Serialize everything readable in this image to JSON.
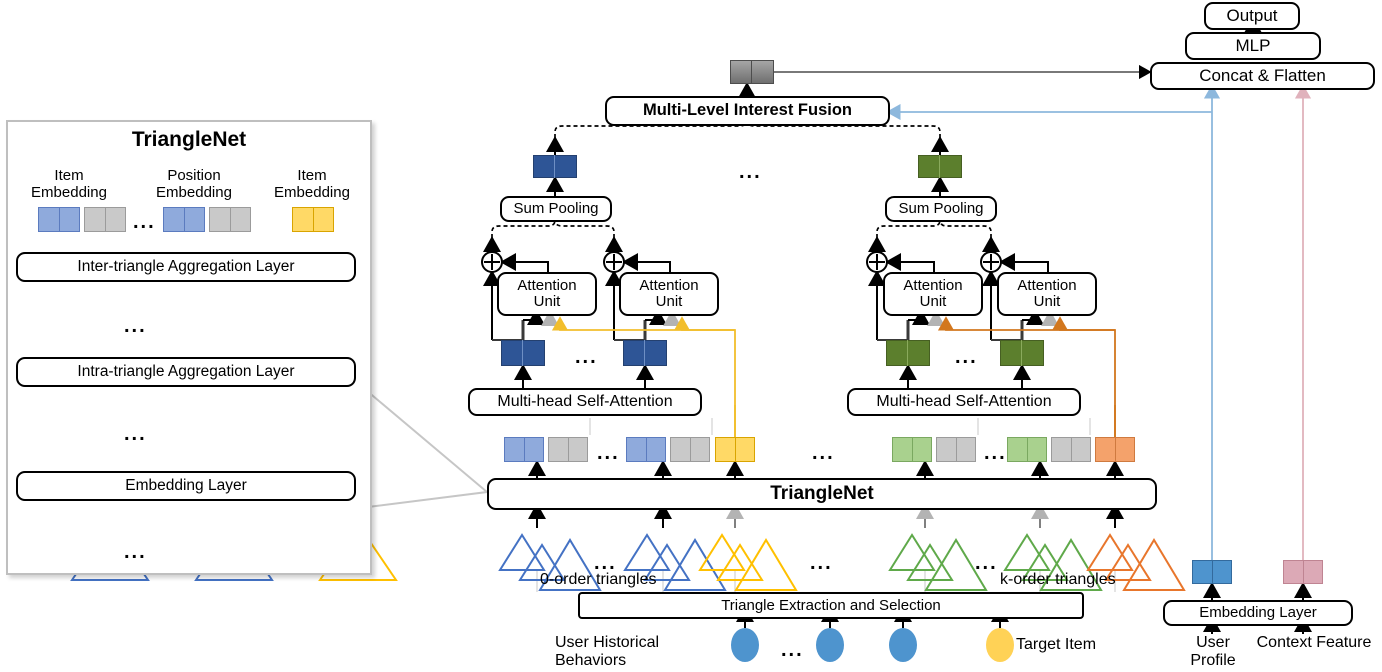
{
  "figure": {
    "type": "architecture-diagram",
    "title": "TriangleNet multi-level interest network architecture"
  },
  "palette": {
    "item_blue": "#8FAADC",
    "gray_tile": "#C9C9C9",
    "item_yellow": "#FFD966",
    "item_green": "#A9D18E",
    "item_orange": "#F4A26B",
    "dark_blue": "#2E5596",
    "dark_green": "#5C7F2D",
    "gray_dark": "#808080",
    "user_blue": "#4E94CE",
    "context_pink": "#DCA9B6",
    "line_blue": "#8DB8DD",
    "line_pink": "#E0B2BC",
    "line_yellow": "#F2BE2C",
    "line_orange": "#D2771E",
    "tri_blue": "#4472C4",
    "tri_yellow": "#FFC000",
    "tri_green": "#5FA94A",
    "tri_orange": "#E8762C"
  },
  "panel": {
    "title": "TriangleNet",
    "labels": {
      "item_embedding_left": "Item\nEmbedding",
      "position_embedding": "Position\nEmbedding",
      "item_embedding_right": "Item\nEmbedding"
    },
    "layers": [
      {
        "name": "inter-triangle-aggregation-layer",
        "label": "Inter-triangle Aggregation Layer"
      },
      {
        "name": "intra-triangle-aggregation-layer",
        "label": "Intra-triangle Aggregation Layer"
      },
      {
        "name": "embedding-layer",
        "label": "Embedding Layer"
      }
    ],
    "ellipsis": "..."
  },
  "main": {
    "triangle_net_label": "TriangleNet",
    "triangle_extraction_label": "Triangle Extraction and Selection",
    "fusion_label": "Multi-Level Interest  Fusion",
    "sum_pooling_label": "Sum Pooling",
    "self_attention_label": "Multi-head Self-Attention",
    "attention_unit_label": "Attention\nUnit",
    "add_symbol": "⊕",
    "ellipsis": "...",
    "order_labels": {
      "low": "0-order triangles",
      "high": "k-order triangles"
    },
    "bottom_labels": {
      "user_behaviors": "User Historical\nBehaviors",
      "target_item": "Target Item"
    }
  },
  "head": {
    "output_label": "Output",
    "mlp_label": "MLP",
    "concat_label": "Concat & Flatten"
  },
  "side": {
    "embedding_layer_label": "Embedding  Layer",
    "user_profile_label": "User\nProfile",
    "context_feature_label": "Context Feature"
  },
  "chart_data": {
    "type": "diagram",
    "nodes": [
      "Output",
      "MLP",
      "Concat & Flatten",
      "Multi-Level Interest  Fusion",
      "Sum Pooling",
      "Attention Unit",
      "Multi-head Self-Attention",
      "TriangleNet",
      "Triangle Extraction and Selection",
      "Embedding  Layer",
      "Inter-triangle Aggregation Layer",
      "Intra-triangle Aggregation Layer",
      "Embedding Layer"
    ],
    "flow": [
      "User Historical Behaviors -> Triangle Extraction and Selection",
      "Target Item -> Triangle Extraction and Selection",
      "Triangle Extraction and Selection -> 0-order triangles ... k-order triangles",
      "triangles -> TriangleNet",
      "TriangleNet -> item/position embeddings",
      "embeddings -> Multi-head Self-Attention",
      "Multi-head Self-Attention -> Attention Unit -> (+) -> Sum Pooling",
      "Sum Pooling -> Multi-Level Interest  Fusion",
      "Multi-Level Interest  Fusion -> Concat & Flatten",
      "User Profile -> Embedding  Layer -> Concat & Flatten",
      "Context Feature -> Embedding  Layer -> Concat & Flatten",
      "Concat & Flatten -> MLP -> Output"
    ]
  }
}
